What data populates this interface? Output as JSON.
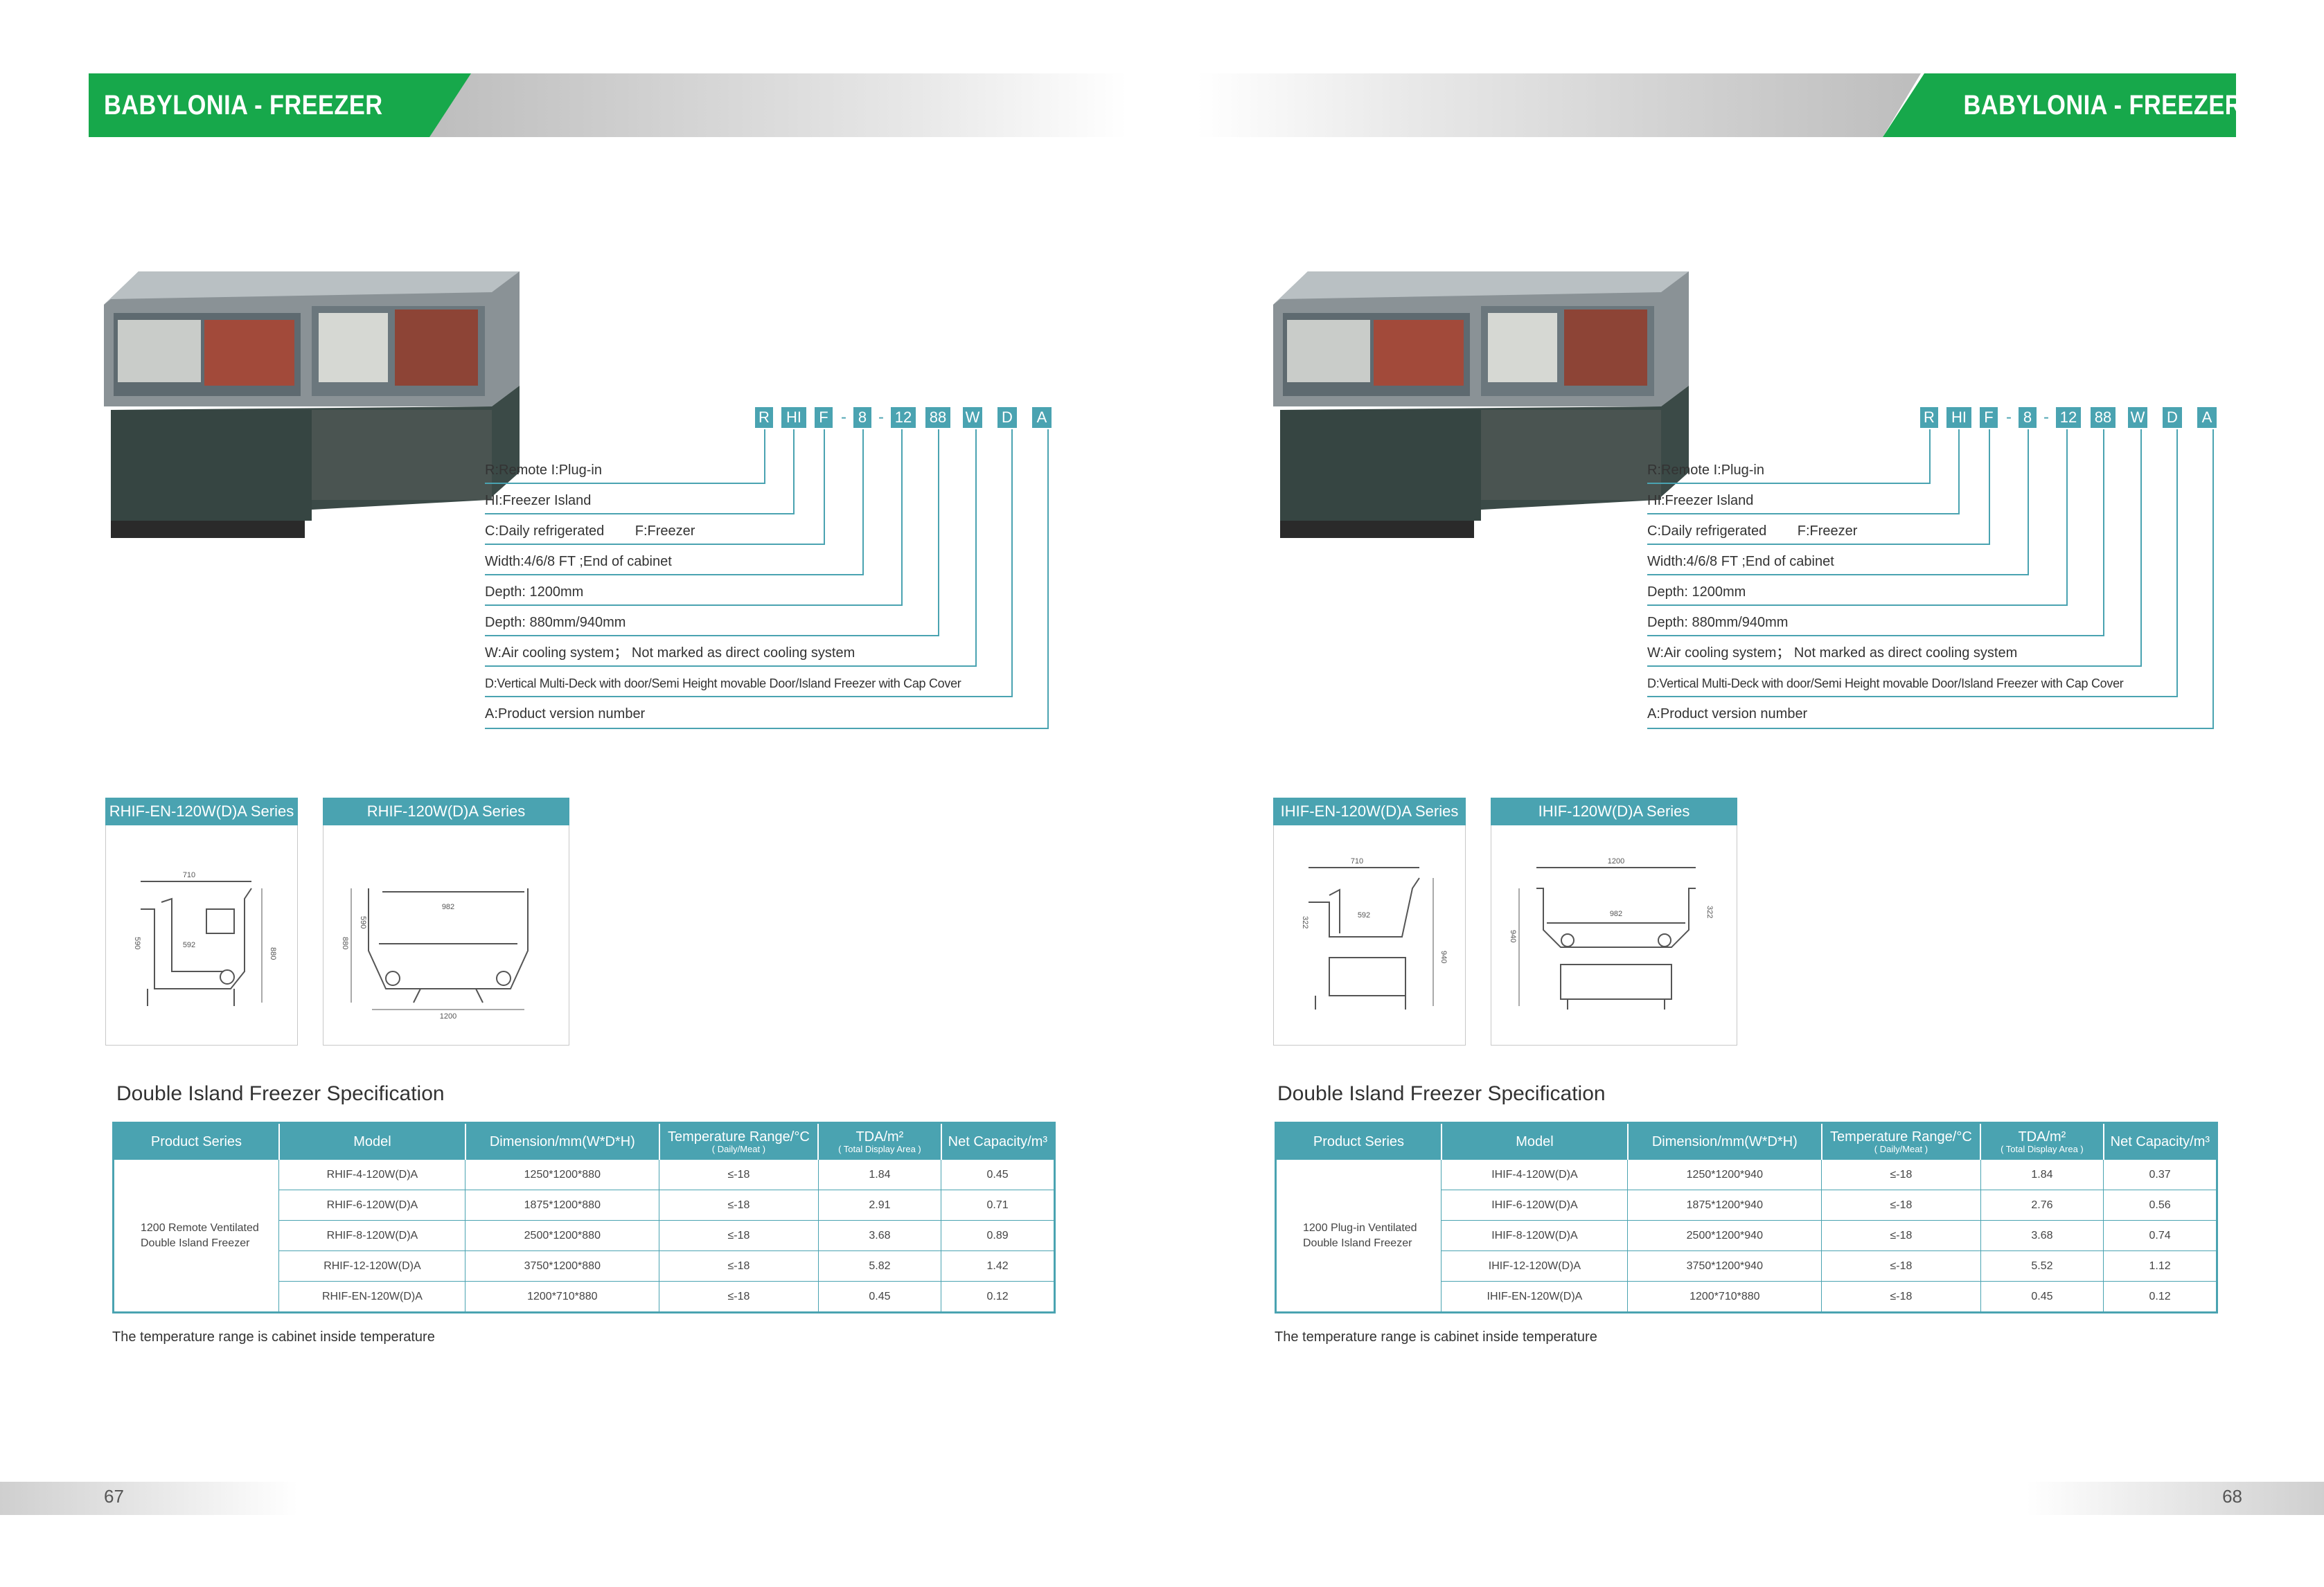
{
  "brand_colors": {
    "green": "#17a84b",
    "teal": "#4aa3b1",
    "grey": "#cfcfcf"
  },
  "pages": [
    {
      "side": "left",
      "header_title": "BABYLONIA - FREEZER",
      "model_code": [
        "R",
        "HI",
        "F",
        "-",
        "8",
        "-",
        "12",
        "88",
        "W",
        "D",
        "A"
      ],
      "descriptions": [
        "R:Remote I:Plug-in",
        "HI:Freezer Island",
        "C:Daily refrigerated        F:Freezer",
        "Width:4/6/8 FT ;End of cabinet",
        "Depth: 1200mm",
        "Depth: 880mm/940mm",
        "W:Air cooling system； Not marked as direct cooling system",
        "D:Vertical Multi-Deck with door/Semi Height movable Door/Island Freezer with Cap Cover",
        "A:Product version number"
      ],
      "series_a": {
        "title": "RHIF-EN-120W(D)A Series",
        "dims": [
          "710",
          "592",
          "880",
          "590"
        ]
      },
      "series_b": {
        "title": "RHIF-120W(D)A Series",
        "dims": [
          "982",
          "1200",
          "880",
          "590"
        ]
      },
      "spec_title": "Double Island Freezer Specification",
      "table": {
        "headers": [
          "Product Series",
          "Model",
          "Dimension/mm(W*D*H)",
          "Temperature Range/°C",
          "TDA/m²",
          "Net Capacity/m³"
        ],
        "header_subs": [
          "",
          "",
          "",
          "( Daily/Meat )",
          "( Total Display Area )",
          ""
        ],
        "product_series": "1200 Remote Ventilated Double Island Freezer",
        "rows": [
          [
            "RHIF-4-120W(D)A",
            "1250*1200*880",
            "≤-18",
            "1.84",
            "0.45"
          ],
          [
            "RHIF-6-120W(D)A",
            "1875*1200*880",
            "≤-18",
            "2.91",
            "0.71"
          ],
          [
            "RHIF-8-120W(D)A",
            "2500*1200*880",
            "≤-18",
            "3.68",
            "0.89"
          ],
          [
            "RHIF-12-120W(D)A",
            "3750*1200*880",
            "≤-18",
            "5.82",
            "1.42"
          ],
          [
            "RHIF-EN-120W(D)A",
            "1200*710*880",
            "≤-18",
            "0.45",
            "0.12"
          ]
        ]
      },
      "note": "The temperature range is cabinet inside temperature",
      "page_number": "67"
    },
    {
      "side": "right",
      "header_title": "BABYLONIA - FREEZER",
      "model_code": [
        "R",
        "HI",
        "F",
        "-",
        "8",
        "-",
        "12",
        "88",
        "W",
        "D",
        "A"
      ],
      "descriptions": [
        "R:Remote I:Plug-in",
        "HI:Freezer Island",
        "C:Daily refrigerated        F:Freezer",
        "Width:4/6/8 FT ;End of cabinet",
        "Depth: 1200mm",
        "Depth: 880mm/940mm",
        "W:Air cooling system； Not marked as direct cooling system",
        "D:Vertical Multi-Deck with door/Semi Height movable Door/Island Freezer with Cap Cover",
        "A:Product version number"
      ],
      "series_a": {
        "title": "IHIF-EN-120W(D)A Series",
        "dims": [
          "710",
          "592",
          "940",
          "322"
        ]
      },
      "series_b": {
        "title": "IHIF-120W(D)A Series",
        "dims": [
          "1200",
          "982",
          "940",
          "322"
        ]
      },
      "spec_title": "Double Island Freezer Specification",
      "table": {
        "headers": [
          "Product Series",
          "Model",
          "Dimension/mm(W*D*H)",
          "Temperature Range/°C",
          "TDA/m²",
          "Net Capacity/m³"
        ],
        "header_subs": [
          "",
          "",
          "",
          "( Daily/Meat )",
          "( Total Display Area )",
          ""
        ],
        "product_series": "1200 Plug-in Ventilated Double Island Freezer",
        "rows": [
          [
            "IHIF-4-120W(D)A",
            "1250*1200*940",
            "≤-18",
            "1.84",
            "0.37"
          ],
          [
            "IHIF-6-120W(D)A",
            "1875*1200*940",
            "≤-18",
            "2.76",
            "0.56"
          ],
          [
            "IHIF-8-120W(D)A",
            "2500*1200*940",
            "≤-18",
            "3.68",
            "0.74"
          ],
          [
            "IHIF-12-120W(D)A",
            "3750*1200*940",
            "≤-18",
            "5.52",
            "1.12"
          ],
          [
            "IHIF-EN-120W(D)A",
            "1200*710*880",
            "≤-18",
            "0.45",
            "0.12"
          ]
        ]
      },
      "note": "The temperature range is cabinet inside temperature",
      "page_number": "68"
    }
  ]
}
